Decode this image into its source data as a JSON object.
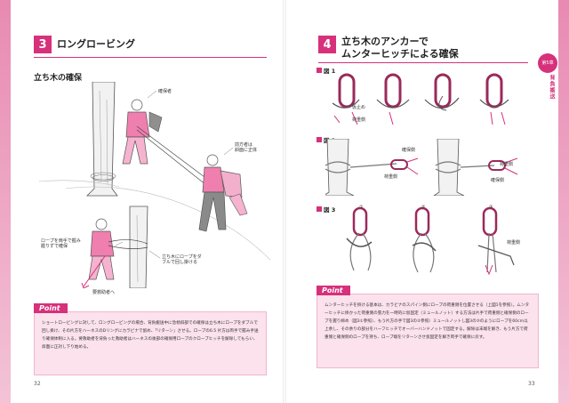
{
  "left_page": {
    "section_number": "3",
    "section_title": "ロングロービング",
    "subheading": "立ち木の確保",
    "captions": {
      "guide_b": "確保者",
      "guide_a": "前方者は\n斜面に正体",
      "rope_hold": "ロープを両手で握み\n握りずで確保",
      "rope_double": "立ち木にロープをダ\nブルで回し掛ける",
      "victim_dir": "要救助者へ"
    },
    "point_label": "Point",
    "point_text": "ショートロービングに対して、ロングロービングの場合、背負搬送中に急傾斜部での確保は立ち木にロープをダブルで回し掛け、その片方をハーネスのDリングにカラビナで留め、「リターン」させる。ロープの6.5 片方は両手で握み手送り確保体制に入る。要救助者を背負った救助者はハーネスの後部の確保用ロープのクローブヒッチを解除してもらい、斜面に正対し下り始める。",
    "page_number": "32"
  },
  "right_page": {
    "section_number": "4",
    "section_title": "立ち木のアンカーで\nムンターヒッチによる確保",
    "figures": [
      {
        "label": "図 1",
        "captions": [
          "仮止め",
          "荷重側"
        ]
      },
      {
        "label": "図 2",
        "captions": [
          "確保側",
          "荷重側",
          "荷重側",
          "確保側"
        ]
      },
      {
        "label": "図 3",
        "captions": [
          "①",
          "②",
          "③",
          "荷重側"
        ]
      }
    ],
    "point_label": "Point",
    "point_text": "ムンターヒッチを掛ける基本は、カラビナのスパイン側にロープの荷重側を位置させる（上図1を参照）。ムンターヒッチに掛かった荷重側の張力を一時的に仮固定（ミュールノット）する方法は片手で荷重側と確保側のロープを握り締め（図3①参照）、もう片方の手で図3の②参照）ミュールノットし図3の③のようにロープを60cm以上余し、その余りの部分をハーフヒッチでオーバーハンドノットで固定する。解除は末端を解き、もう片方で荷重側と確保側のロープを持ち、ロープ端をリターンさせ仮固定を解き両手で確保に戻す。",
    "page_number": "33",
    "side_tab": {
      "chapter": "第5章",
      "title": "背負搬送"
    }
  },
  "colors": {
    "accent": "#d6317a",
    "point_bg": "#fbe2ec"
  }
}
